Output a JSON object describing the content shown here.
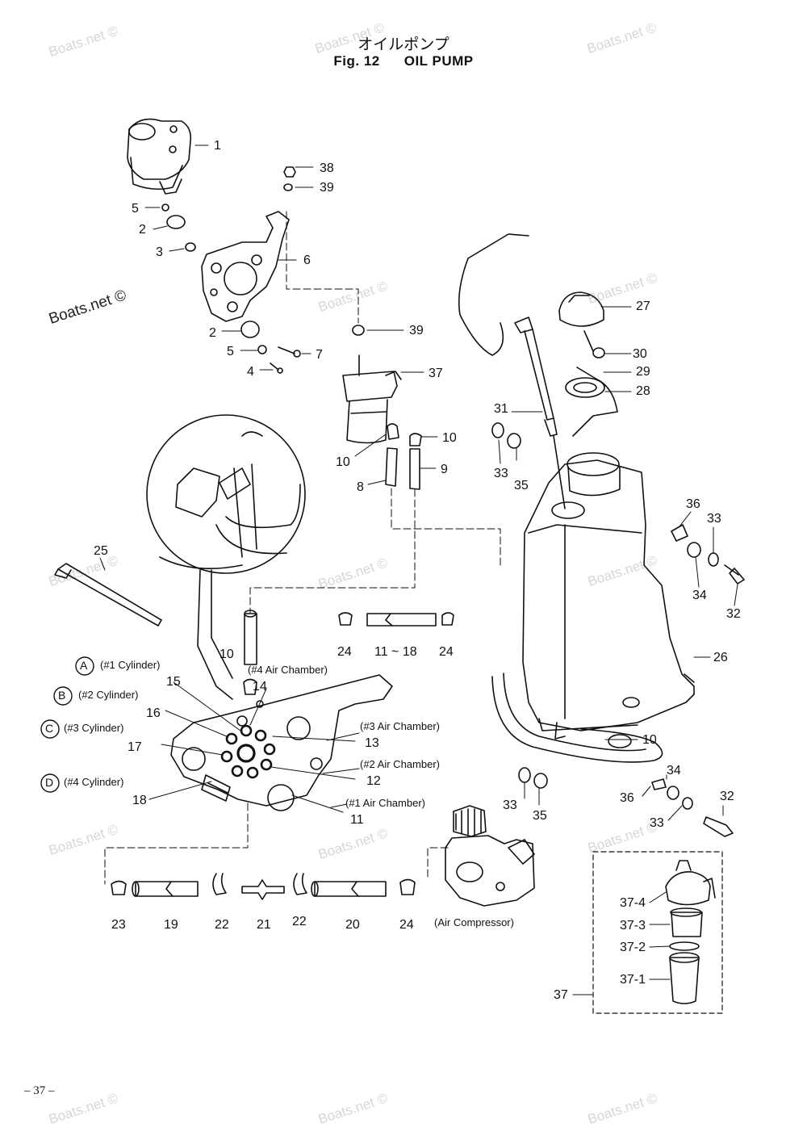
{
  "title": {
    "japanese": "オイルポンプ",
    "fig": "Fig. 12",
    "name": "OIL PUMP"
  },
  "watermark": "Boats.net ©",
  "page_number": "– 37 –",
  "part_labels": [
    "1",
    "38",
    "39",
    "5",
    "2",
    "3",
    "6",
    "39",
    "2",
    "5",
    "7",
    "4",
    "37",
    "10",
    "10",
    "8",
    "9",
    "27",
    "30",
    "29",
    "28",
    "31",
    "33",
    "35",
    "36",
    "33",
    "25",
    "34",
    "32",
    "10",
    "24",
    "11 ~ 18",
    "24",
    "26",
    "15",
    "14",
    "13",
    "16",
    "17",
    "12",
    "18",
    "11",
    "10",
    "34",
    "33",
    "35",
    "36",
    "33",
    "32",
    "23",
    "19",
    "22",
    "21",
    "22",
    "20",
    "24",
    "37-4",
    "37-3",
    "37-2",
    "37-1",
    "37"
  ],
  "cylinder_labels": [
    {
      "letter": "A",
      "text": "(#1 Cylinder)"
    },
    {
      "letter": "B",
      "text": "(#2 Cylinder)"
    },
    {
      "letter": "C",
      "text": "(#3 Cylinder)"
    },
    {
      "letter": "D",
      "text": "(#4 Cylinder)"
    }
  ],
  "chamber_labels": [
    "(#4 Air Chamber)",
    "(#3 Air Chamber)",
    "(#2 Air Chamber)",
    "(#1 Air Chamber)"
  ],
  "component_labels": {
    "air_compressor": "(Air Compressor)"
  }
}
